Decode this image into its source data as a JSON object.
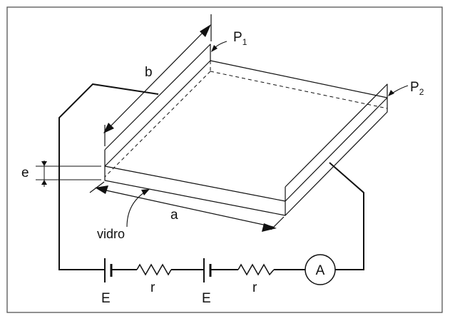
{
  "figure": {
    "labels": {
      "plate_1": "P",
      "plate_1_sub": "1",
      "plate_2": "P",
      "plate_2_sub": "2",
      "width": "b",
      "length": "a",
      "thickness": "e",
      "material": "vidro",
      "battery_1": "E",
      "battery_2": "E",
      "resistor_1": "r",
      "resistor_2": "r",
      "ammeter": "A"
    },
    "colors": {
      "line": "#111111",
      "frame": "#555555",
      "background": "#ffffff"
    }
  }
}
